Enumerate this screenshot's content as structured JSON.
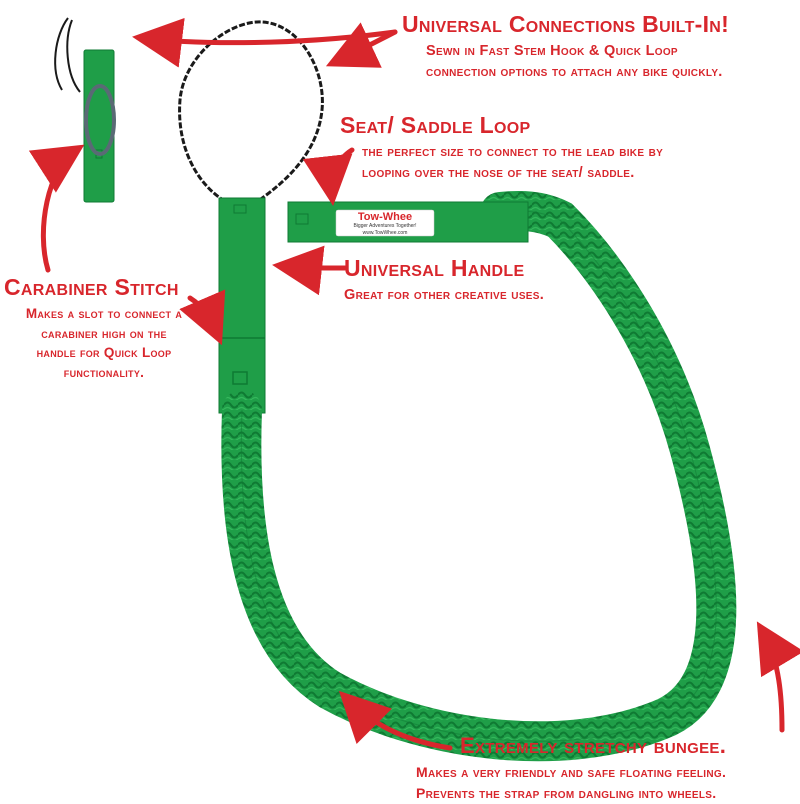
{
  "colors": {
    "callout_red": "#d8262c",
    "strap_green": "#1a9a44",
    "strap_dark": "#0f7a33",
    "rope_black": "#1a1a1a"
  },
  "product": {
    "logo_text": "Tow-Whee",
    "logo_tagline": "Bigger Adventures Together! www.TowWhee.com"
  },
  "callouts": {
    "universal_connections": {
      "title": "Universal Connections Built-In!",
      "desc_line1": "Sewn in Fast Stem Hook & Quick Loop",
      "desc_line2": "connection options to attach any bike quickly."
    },
    "seat_saddle_loop": {
      "title": "Seat/ Saddle Loop",
      "desc_line1": "the perfect size to connect to the lead bike by",
      "desc_line2": "looping over the nose of the seat/ saddle."
    },
    "universal_handle": {
      "title": "Universal Handle",
      "desc_line1": "Great for other creative uses."
    },
    "carabiner_stitch": {
      "title": "Carabiner Stitch",
      "desc_line1": "Makes a slot to connect a",
      "desc_line2": "carabiner high on the",
      "desc_line3": "handle for Quick Loop",
      "desc_line4": "functionality."
    },
    "stretchy_bungee": {
      "title": "Extremely stretchy bungee.",
      "desc_line1": "Makes a very friendly and safe floating feeling.",
      "desc_line2": "Prevents the strap from dangling into wheels."
    }
  }
}
